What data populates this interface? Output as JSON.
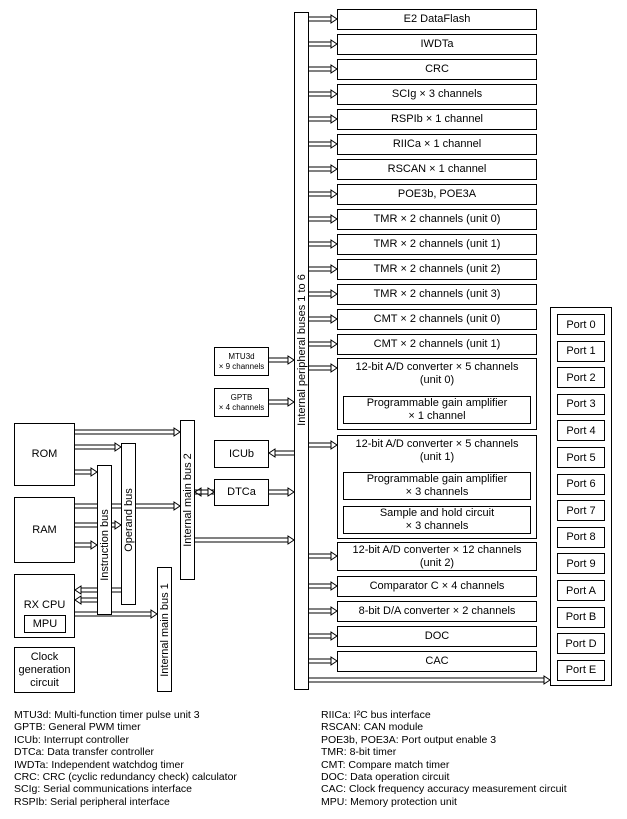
{
  "peripherals": [
    "E2 DataFlash",
    "IWDTa",
    "CRC",
    "SCIg × 3 channels",
    "RSPIb × 1 channel",
    "RIICa × 1 channel",
    "RSCAN × 1 channel",
    "POE3b, POE3A",
    "TMR × 2 channels (unit 0)",
    "TMR × 2 channels (unit 1)",
    "TMR × 2 channels (unit 2)",
    "TMR × 2 channels (unit 3)",
    "CMT × 2 channels (unit 0)",
    "CMT × 2 channels (unit 1)"
  ],
  "adc0": {
    "title": "12-bit A/D converter × 5 channels\n(unit 0)",
    "pga": "Programmable gain amplifier\n× 1 channel"
  },
  "adc1": {
    "title": "12-bit A/D converter × 5 channels\n(unit 1)",
    "pga": "Programmable gain amplifier\n× 3 channels",
    "sh": "Sample and hold circuit\n× 3 channels"
  },
  "lower_peripherals": [
    "12-bit A/D converter × 12 channels\n(unit 2)",
    "Comparator C × 4 channels",
    "8-bit D/A converter × 2 channels",
    "DOC",
    "CAC"
  ],
  "ports": [
    "Port 0",
    "Port 1",
    "Port 2",
    "Port 3",
    "Port 4",
    "Port 5",
    "Port 6",
    "Port 7",
    "Port 8",
    "Port 9",
    "Port A",
    "Port B",
    "Port D",
    "Port E"
  ],
  "left": {
    "mtu": "MTU3d\n× 9 channels",
    "gptb": "GPTB\n× 4 channels",
    "icu": "ICUb",
    "dtc": "DTCa",
    "rom": "ROM",
    "ram": "RAM",
    "cpu": "RX CPU",
    "mpu": "MPU",
    "clock": "Clock\ngeneration\ncircuit"
  },
  "buses": {
    "peripheral": "Internal peripheral buses 1 to 6",
    "main2": "Internal main bus 2",
    "main1": "Internal main bus 1",
    "instruction": "Instruction bus",
    "operand": "Operand bus"
  },
  "legend_left": [
    "MTU3d: Multi-function timer pulse unit 3",
    "GPTB: General PWM timer",
    "ICUb: Interrupt controller",
    "DTCa: Data transfer controller",
    "IWDTa: Independent watchdog timer",
    "CRC: CRC (cyclic redundancy check) calculator",
    "SCIg: Serial communications interface",
    "RSPIb: Serial peripheral interface"
  ],
  "legend_right": [
    "RIICa: I²C bus interface",
    "RSCAN: CAN module",
    "POE3b, POE3A: Port output enable 3",
    "TMR: 8-bit timer",
    "CMT: Compare match timer",
    "DOC: Data operation circuit",
    "CAC: Clock frequency accuracy measurement circuit",
    "MPU: Memory protection unit"
  ]
}
